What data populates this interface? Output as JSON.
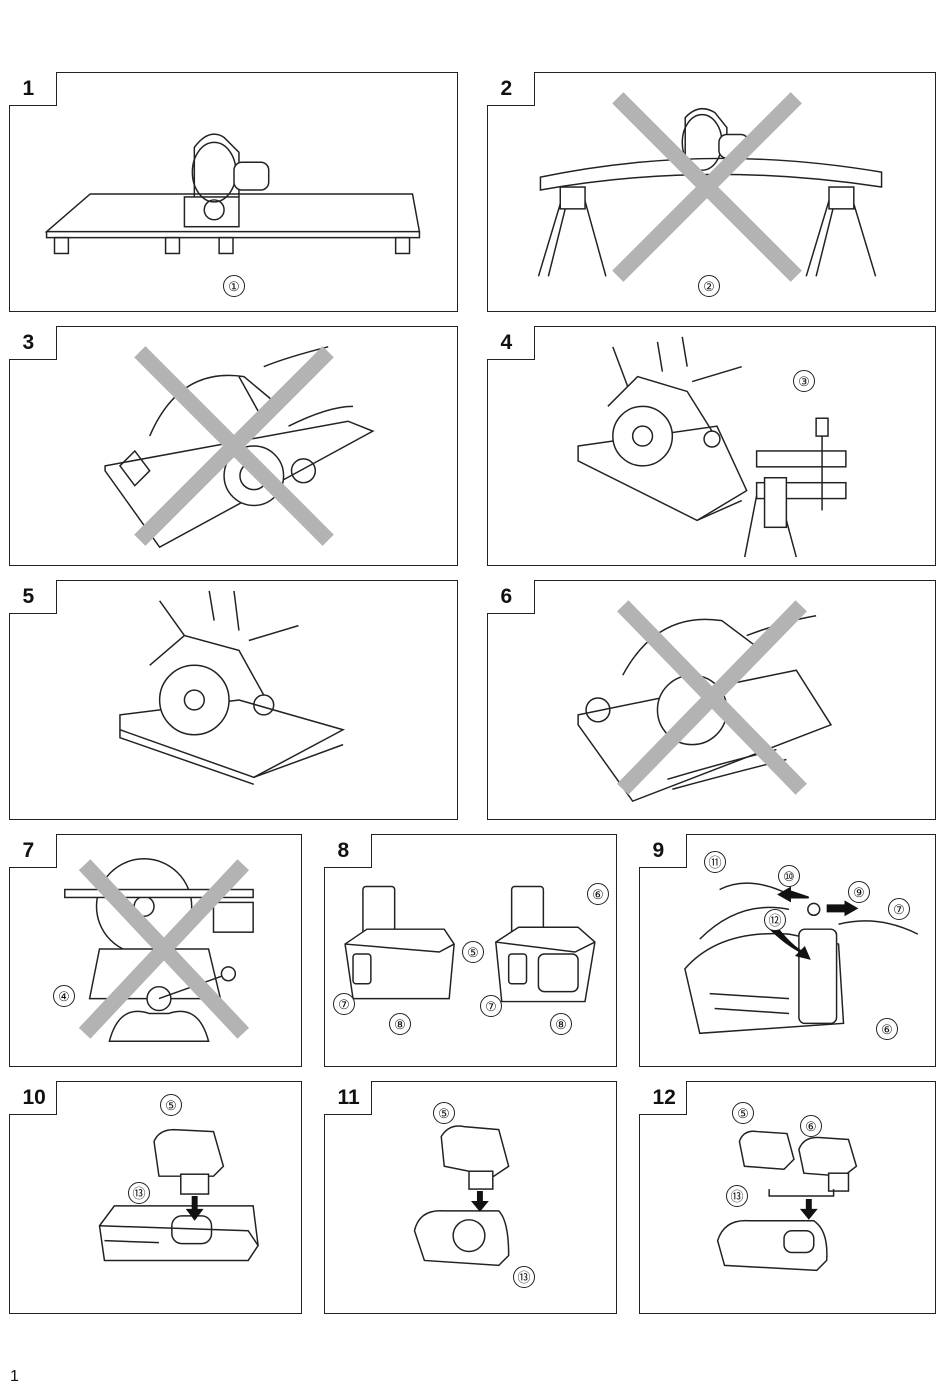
{
  "panels": [
    {
      "number": "1",
      "callouts": [
        "①"
      ]
    },
    {
      "number": "2",
      "callouts": [
        "②"
      ]
    },
    {
      "number": "3",
      "callouts": []
    },
    {
      "number": "4",
      "callouts": [
        "③"
      ]
    },
    {
      "number": "5",
      "callouts": []
    },
    {
      "number": "6",
      "callouts": []
    },
    {
      "number": "7",
      "callouts": [
        "④"
      ]
    },
    {
      "number": "8",
      "callouts": [
        "⑥",
        "⑤",
        "⑦",
        "⑧",
        "⑦",
        "⑧"
      ]
    },
    {
      "number": "9",
      "callouts": [
        "⑪",
        "⑩",
        "⑨",
        "⑫",
        "⑦",
        "⑥"
      ]
    },
    {
      "number": "10",
      "callouts": [
        "⑤",
        "⑬"
      ]
    },
    {
      "number": "11",
      "callouts": [
        "⑤",
        "⑬"
      ]
    },
    {
      "number": "12",
      "callouts": [
        "⑤",
        "⑥",
        "⑬"
      ]
    }
  ],
  "page_number": "1",
  "colors": {
    "line": "#222222",
    "prohibition_cross": "#b3b3b3"
  }
}
